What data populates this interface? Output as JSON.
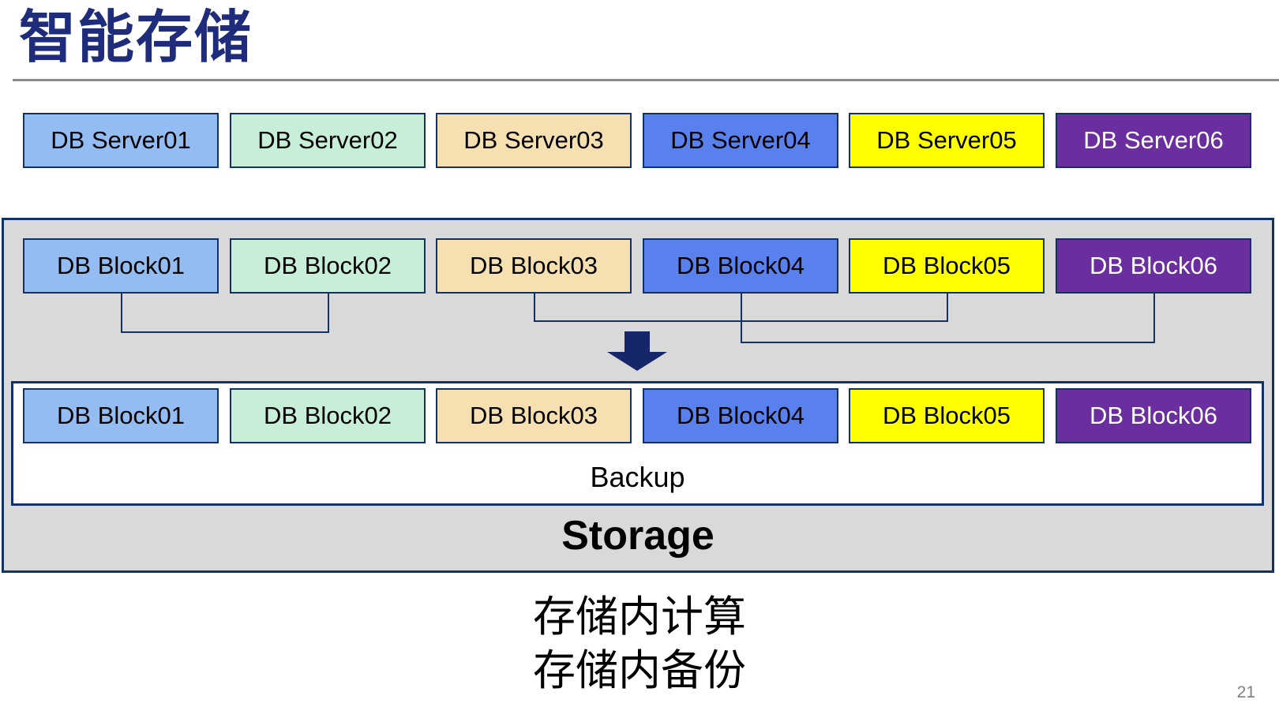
{
  "title": "智能存储",
  "page_number": "21",
  "server_row": {
    "items": [
      {
        "label": "DB Server01"
      },
      {
        "label": "DB Server02"
      },
      {
        "label": "DB Server03"
      },
      {
        "label": "DB Server04"
      },
      {
        "label": "DB Server05"
      },
      {
        "label": "DB Server06"
      }
    ]
  },
  "storage": {
    "label": "Storage",
    "blocks_top": [
      {
        "label": "DB Block01"
      },
      {
        "label": "DB Block02"
      },
      {
        "label": "DB Block03"
      },
      {
        "label": "DB Block04"
      },
      {
        "label": "DB Block05"
      },
      {
        "label": "DB Block06"
      }
    ],
    "backup": {
      "label": "Backup",
      "blocks": [
        {
          "label": "DB Block01"
        },
        {
          "label": "DB Block02"
        },
        {
          "label": "DB Block03"
        },
        {
          "label": "DB Block04"
        },
        {
          "label": "DB Block05"
        },
        {
          "label": "DB Block06"
        }
      ]
    },
    "connections": [
      {
        "from": "DB Block01",
        "to": "DB Block02"
      },
      {
        "from": "DB Block03",
        "to": "DB Block05"
      },
      {
        "from": "DB Block04",
        "to": "DB Block06"
      }
    ]
  },
  "caption": {
    "line1": "存储内计算",
    "line2": "存储内备份"
  },
  "palette": {
    "title_navy": "#1F2C7C",
    "border_navy": "#123263",
    "arrow_navy": "#16266B",
    "container_gray": "#D9D9D9",
    "box_light_blue": "#93BCF2",
    "box_mint": "#C7EED6",
    "box_tan": "#F6DFB0",
    "box_blue": "#5A80EE",
    "box_yellow": "#FFFF00",
    "box_purple": "#6B2E9E",
    "page_number_gray": "#808080"
  }
}
